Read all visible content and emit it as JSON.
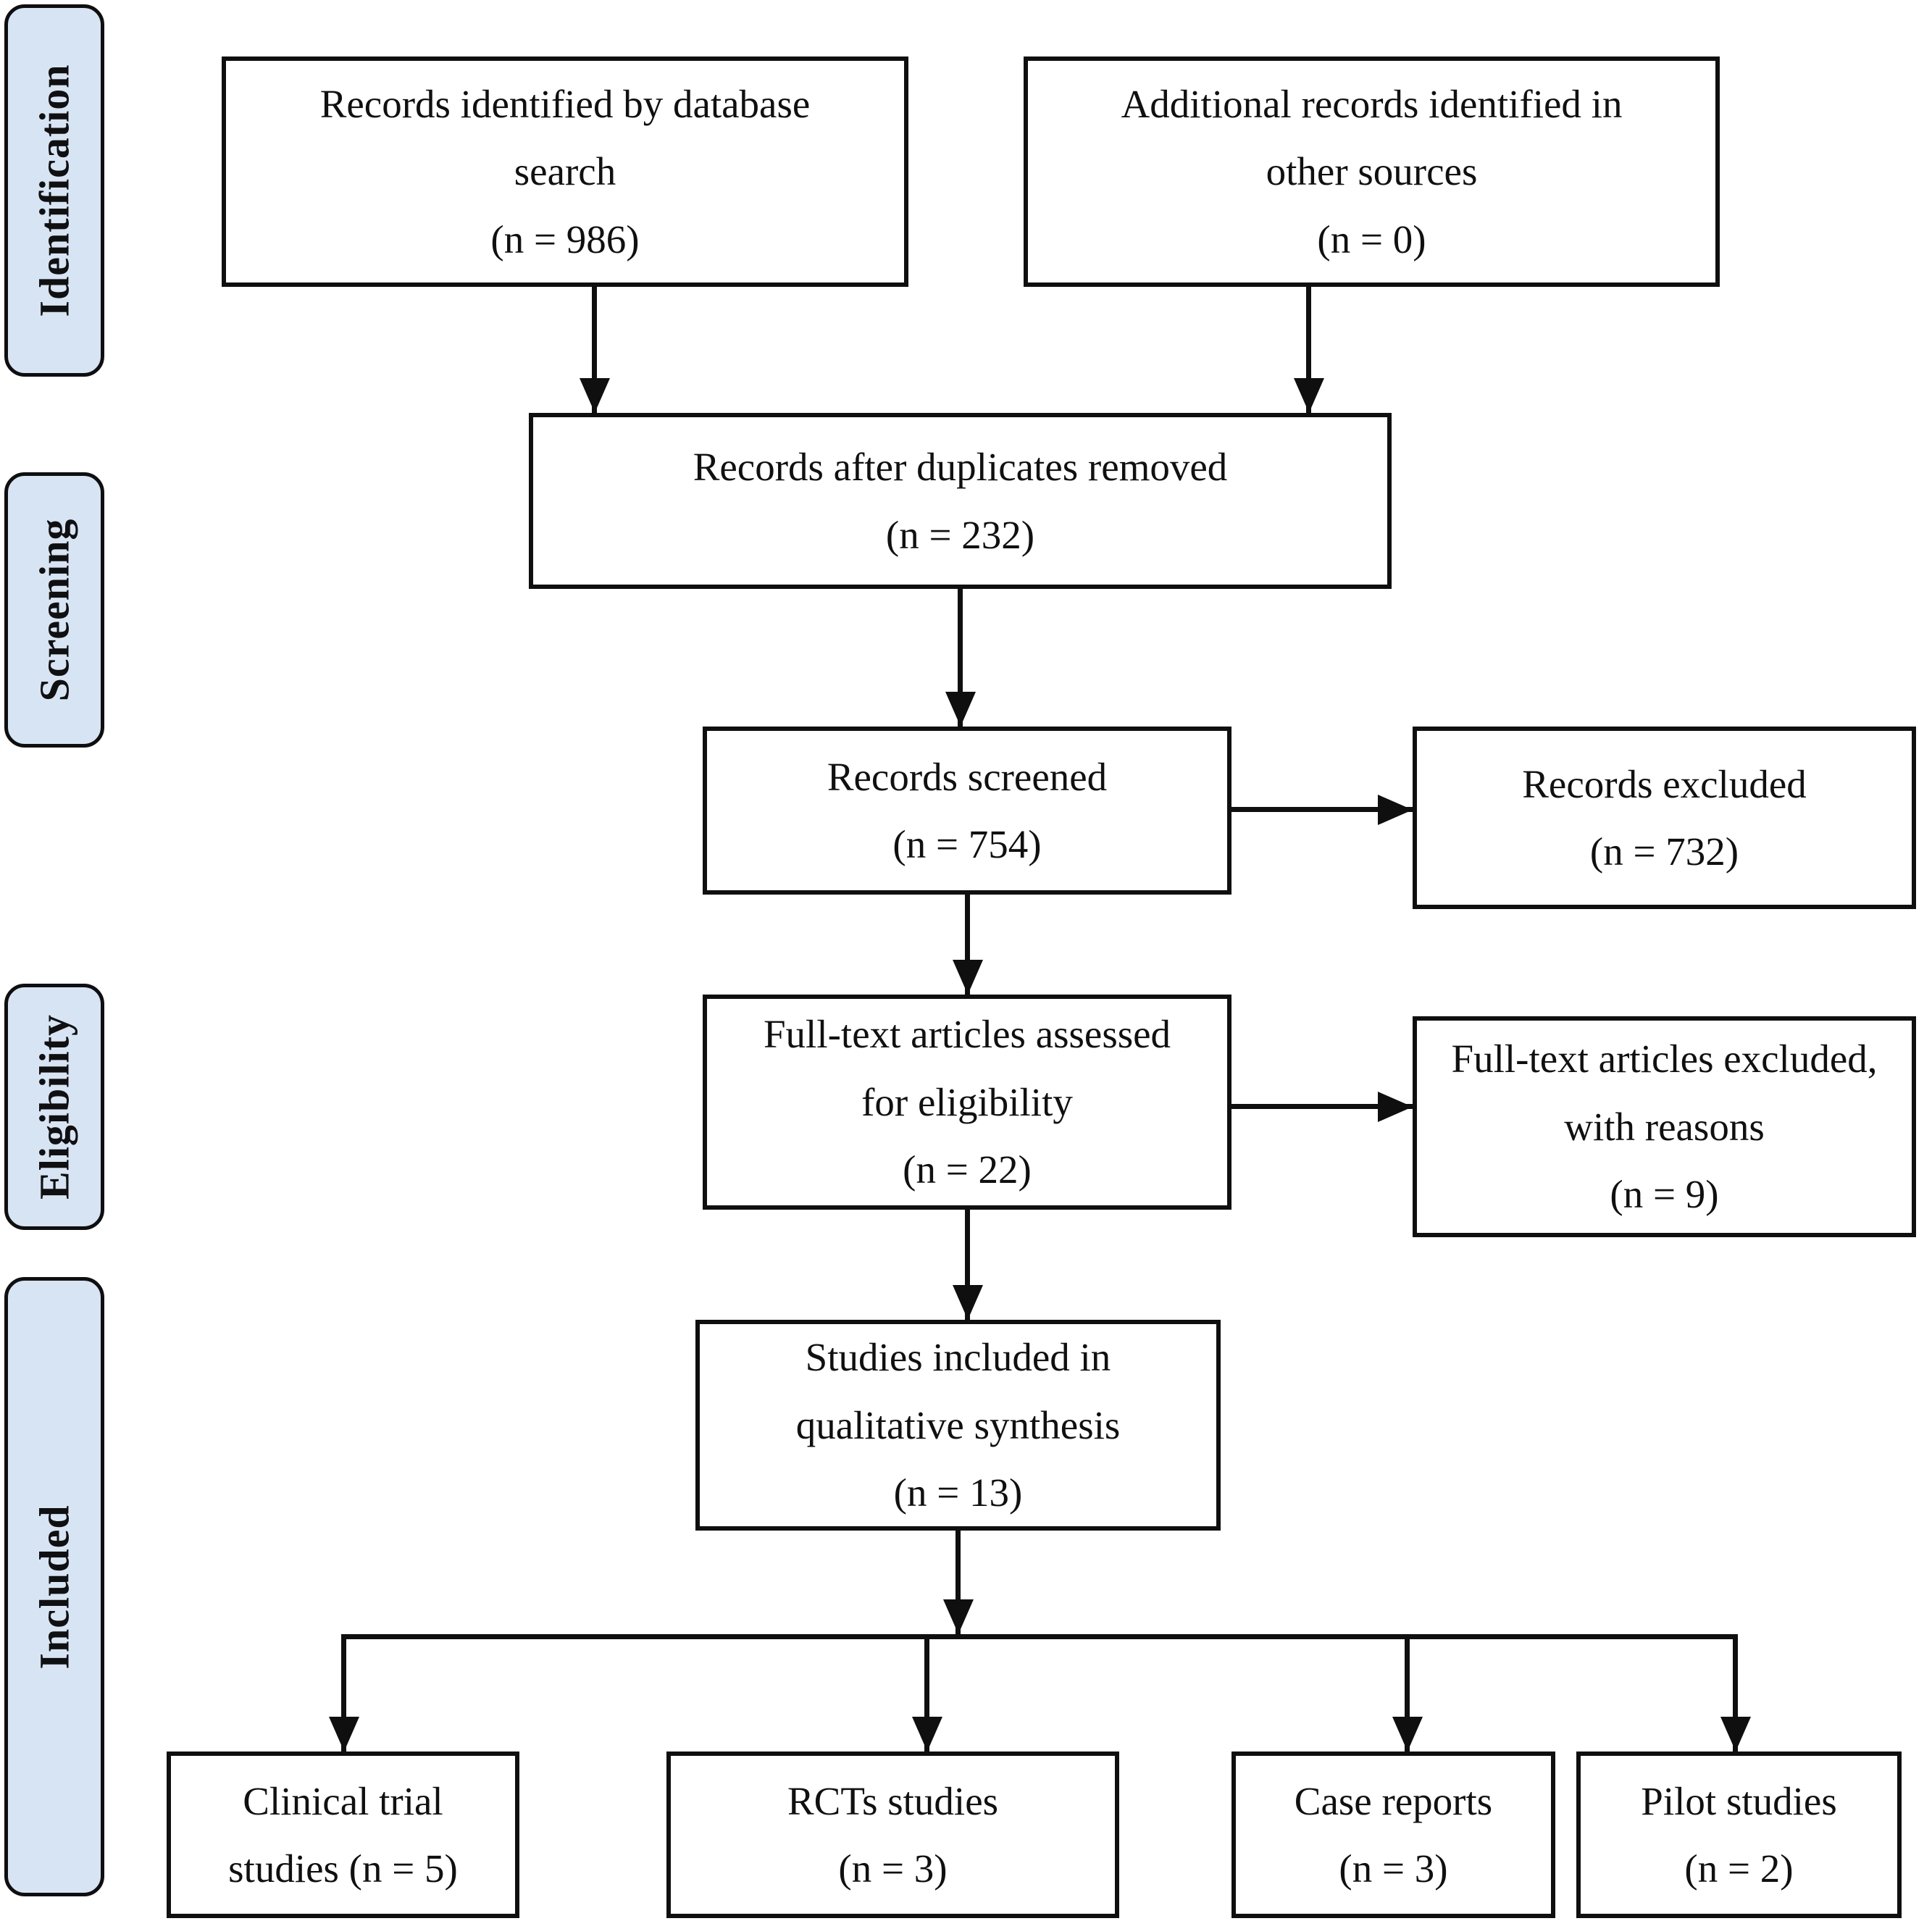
{
  "stages": [
    {
      "label": "Identification"
    },
    {
      "label": "Screening"
    },
    {
      "label": "Eligibility"
    },
    {
      "label": "Included"
    }
  ],
  "nodes": {
    "records_identified": {
      "text": "Records identified by database\nsearch\n(n = 986)"
    },
    "additional_records": {
      "text": "Additional records identified in\nother sources\n(n = 0)"
    },
    "duplicates_removed": {
      "text": "Records after duplicates removed\n(n = 232)"
    },
    "records_screened": {
      "text": "Records screened\n(n = 754)"
    },
    "records_excluded": {
      "text": "Records excluded\n(n = 732)"
    },
    "fulltext_assessed": {
      "text": "Full-text articles assessed\nfor eligibility\n(n = 22)"
    },
    "fulltext_excluded": {
      "text": "Full-text articles excluded,\nwith reasons\n(n = 9)"
    },
    "studies_included": {
      "text": "Studies included in\nqualitative synthesis\n(n = 13)"
    },
    "clinical_trial": {
      "text": "Clinical trial\nstudies (n = 5)"
    },
    "rcts": {
      "text": "RCTs studies\n(n = 3)"
    },
    "case_reports": {
      "text": "Case reports\n(n = 3)"
    },
    "pilot_studies": {
      "text": "Pilot studies\n(n = 2)"
    }
  },
  "counts": {
    "identified": 986,
    "additional_sources": 0,
    "after_duplicates": 232,
    "screened": 754,
    "excluded": 732,
    "fulltext_assessed": 22,
    "fulltext_excluded": 9,
    "qualitative_synthesis": 13,
    "clinical_trial_studies": 5,
    "rcts_studies": 3,
    "case_reports": 3,
    "pilot_studies": 2
  },
  "colors": {
    "stage_fill": "#d7e4f4",
    "stage_border": "#0f0f0f",
    "box_border": "#0f0f0f",
    "box_fill": "#ffffff",
    "arrow": "#0f0f0f",
    "background": "#ffffff"
  }
}
